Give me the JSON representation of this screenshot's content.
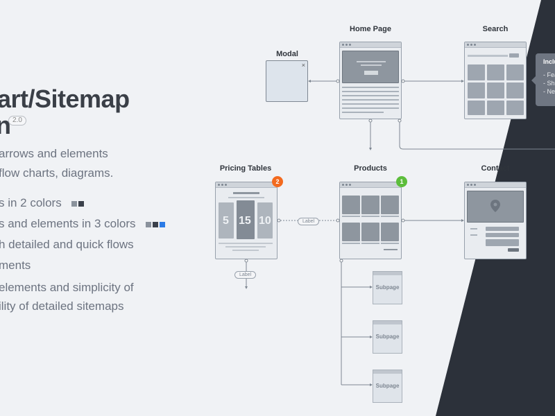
{
  "hero": {
    "title_line1": "art/Sitemap",
    "title_line2": "n",
    "version": "2.0",
    "desc_line1": "arrows and elements",
    "desc_line2": "flow charts, diagrams.",
    "features": [
      "s in 2 colors",
      "s and elements in 3 colors",
      "h detailed and quick flows",
      "ments",
      "elements and simplicity of",
      "ility of detailed sitemaps"
    ]
  },
  "nodes": {
    "modal": "Modal",
    "home_page": "Home Page",
    "search": "Search",
    "pricing_tables": "Pricing Tables",
    "products": "Products",
    "contact": "Contact"
  },
  "badges": {
    "pricing": "2",
    "products": "1"
  },
  "pricing_values": [
    "5",
    "15",
    "10"
  ],
  "labels": {
    "link_label": "Label",
    "down_label": "Label"
  },
  "subpages": [
    "Subpage",
    "Subpage",
    "Subpage"
  ],
  "tooltip": {
    "title": "Inclu",
    "items": [
      "- Fea",
      "- Sh",
      "- Ne"
    ]
  },
  "modal_close": "×",
  "colors": {
    "background": "#f0f2f5",
    "dark_panel": "#2c313a",
    "badge_orange": "#f36a1e",
    "badge_green": "#5cbd3b",
    "swatch_grey": "#8a929c",
    "swatch_dark": "#3a404a",
    "swatch_blue": "#2b7be6"
  }
}
